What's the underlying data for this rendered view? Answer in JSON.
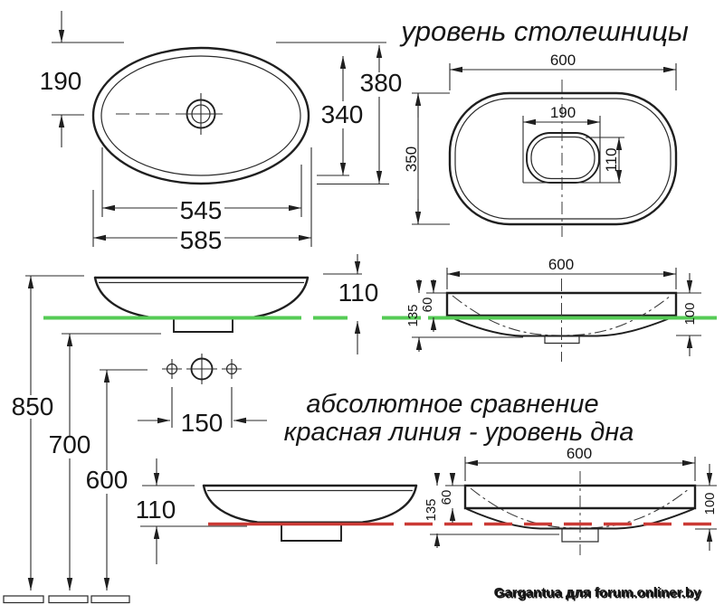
{
  "titles": {
    "countertop_level_green": "уровень столешницы",
    "comparison_red_line1": "абсолютное сравнение",
    "comparison_red_line2": "красная линия - уровень дна"
  },
  "watermark": "Gargantua для forum.onliner.by",
  "colors": {
    "green_accent": "#55cb55",
    "red_accent": "#cb3a35",
    "ink": "#1f1f1f"
  },
  "oval_top_view": {
    "rim_to_center": "190",
    "outer_height": "380",
    "inner_height": "340",
    "inner_width": "545",
    "outer_width": "585"
  },
  "stadium_top_view": {
    "width": "600",
    "height": "350",
    "drain_width": "190",
    "drain_height": "110"
  },
  "green_comparison": {
    "bowl_height_above_counter": "110",
    "sink_width": "600",
    "sink_rim_height": "60",
    "sink_total_height": "135",
    "sink_bowl_depth": "100"
  },
  "installation": {
    "floor_to_rim": "850",
    "floor_to_underside": "700",
    "floor_to_holes": "600",
    "hole_spacing": "150"
  },
  "red_comparison": {
    "bowl_height": "110",
    "sink_width": "600",
    "sink_rim_height": "60",
    "sink_total_height": "135",
    "sink_bowl_depth": "100"
  }
}
